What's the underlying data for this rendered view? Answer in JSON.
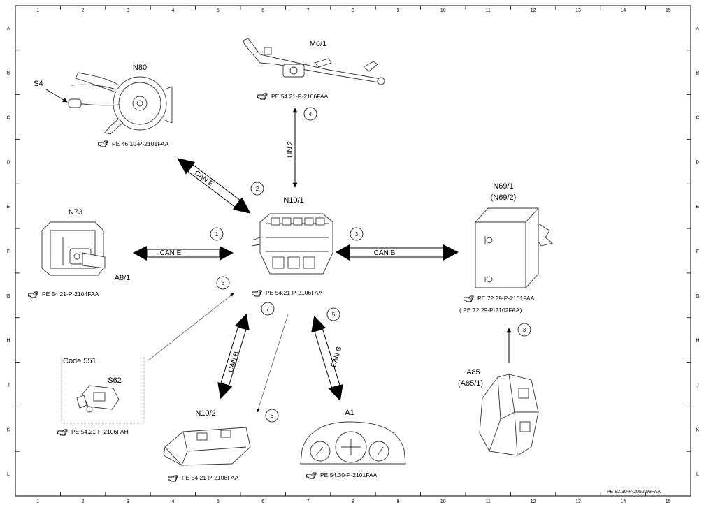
{
  "grid": {
    "columns": [
      "1",
      "2",
      "3",
      "4",
      "5",
      "6",
      "7",
      "8",
      "9",
      "10",
      "11",
      "12",
      "13",
      "14",
      "15"
    ],
    "rows": [
      "A",
      "B",
      "C",
      "D",
      "E",
      "F",
      "G",
      "H",
      "J",
      "K",
      "L"
    ]
  },
  "components": {
    "n80": {
      "label": "N80",
      "ref": "PE 46.10-P-2101FAA",
      "part": "S4"
    },
    "m6_1": {
      "label": "M6/1",
      "ref": "PE 54.21-P-2106FAA"
    },
    "n73": {
      "label": "N73",
      "part": "A8/1",
      "ref": "PE 54.21-P-2104FAA"
    },
    "n10_1": {
      "label": "N10/1",
      "ref": "PE 54.21-P-2106FAA"
    },
    "n69_1": {
      "label": "N69/1",
      "label_alt": "(N69/2)",
      "ref": "PE 72.29-P-2101FAA",
      "ref_alt": "( PE 72.29-P-2102FAA)"
    },
    "code551": {
      "label": "Code 551",
      "part": "S62",
      "ref": "PE 54.21-P-2106FAH"
    },
    "n10_2": {
      "label": "N10/2",
      "ref": "PE 54.21-P-2108FAA"
    },
    "a1": {
      "label": "A1",
      "ref": "PE 54.30-P-2101FAA"
    },
    "a85": {
      "label": "A85",
      "label_alt": "(A85/1)"
    }
  },
  "connections": {
    "c1": {
      "bus": "CAN E",
      "num": "1"
    },
    "c2": {
      "bus": "CAN E",
      "num": "2"
    },
    "c3": {
      "bus": "CAN B",
      "num": "3"
    },
    "c3b": {
      "num": "3"
    },
    "c4": {
      "bus": "LIN 2",
      "num": "4"
    },
    "c5": {
      "bus": "CAN B",
      "num": "5"
    },
    "c6a": {
      "num": "6"
    },
    "c6b": {
      "num": "6"
    },
    "c7": {
      "bus": "CAN B",
      "num": "7"
    }
  },
  "footer": {
    "code": "PE 82.30-P-2052-99FAA"
  },
  "icon": {
    "ref_icon": "pointing-hand-icon"
  }
}
